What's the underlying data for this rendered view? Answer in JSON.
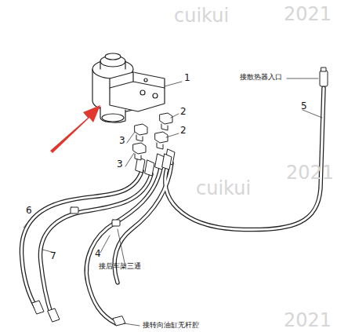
{
  "diagram": {
    "labels": [
      "1",
      "2",
      "2",
      "3",
      "3",
      "5",
      "6",
      "7",
      "4",
      "接散热器入口",
      "接后车架三通",
      "接转向油缸无杆腔",
      "cuikui",
      "cuikui",
      "2021",
      "2021",
      "2021"
    ]
  }
}
